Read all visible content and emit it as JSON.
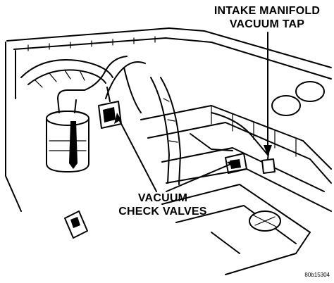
{
  "labels": {
    "intake_line1": "INTAKE MANIFOLD",
    "intake_line2": "VACUUM TAP",
    "check_line1": "VACUUM",
    "check_line2": "CHECK VALVES",
    "figure_code": "80b15304"
  }
}
